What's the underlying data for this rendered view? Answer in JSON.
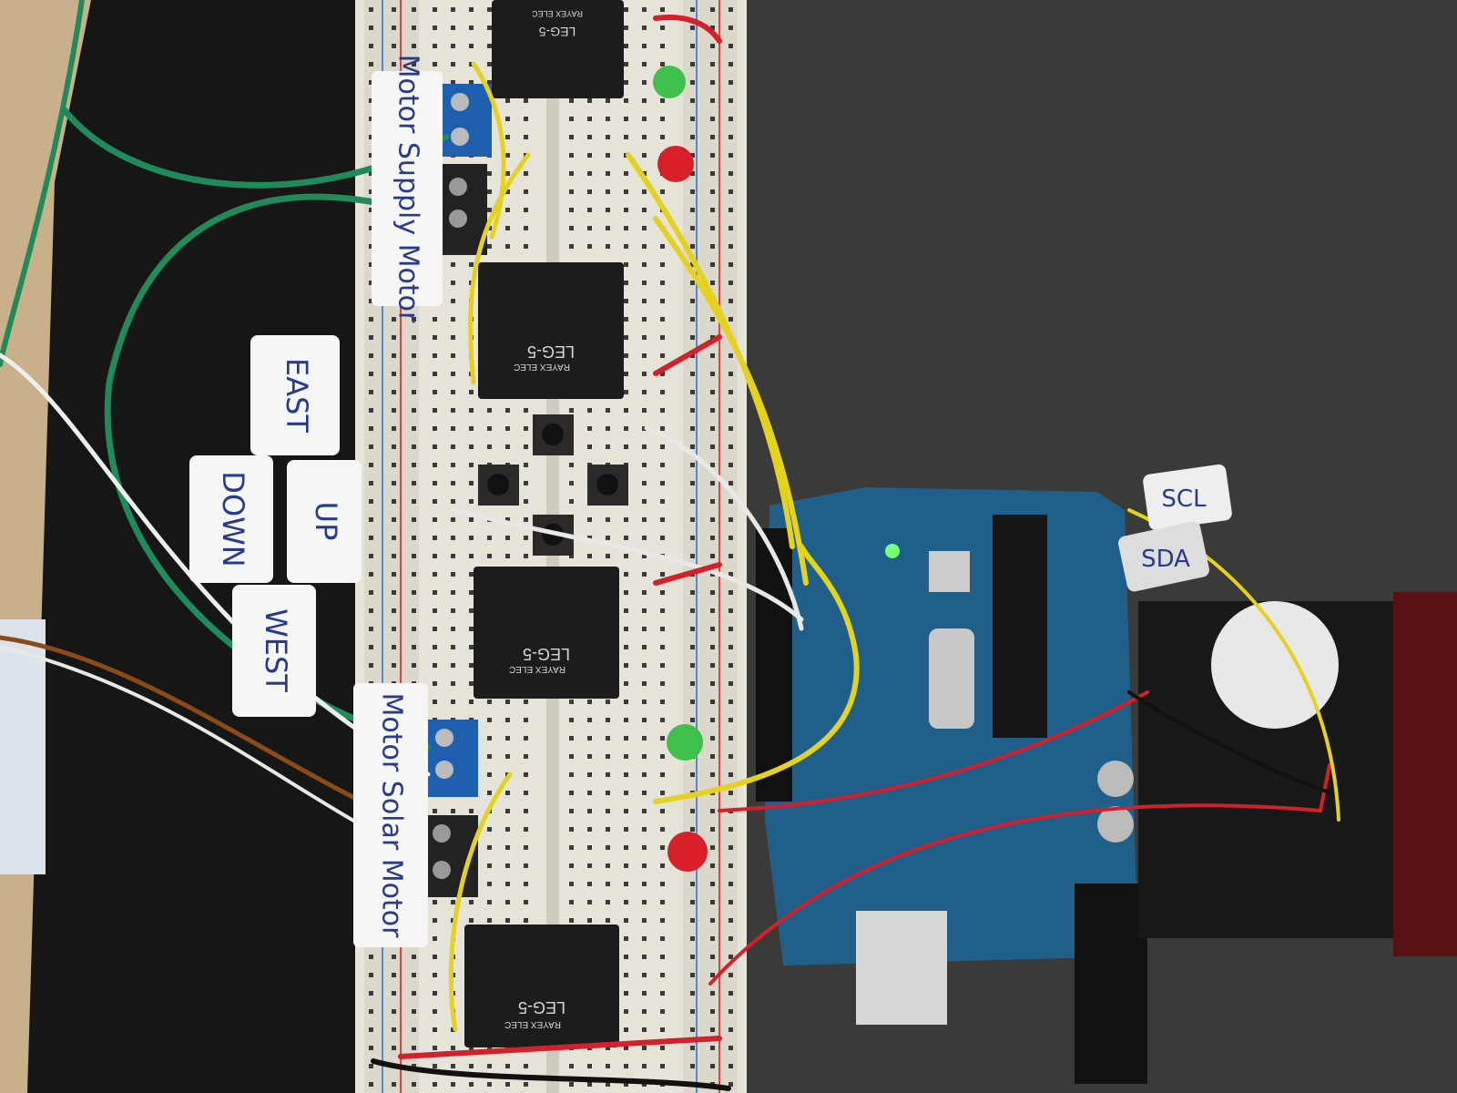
{
  "labels": {
    "east": "EAST",
    "down": "DOWN",
    "up": "UP",
    "west": "WEST",
    "supply_motor": "Motor Supply Motor",
    "solar_motor": "Motor Solar Motor",
    "scl": "SCL",
    "sda": "SDA"
  },
  "relays": [
    {
      "brand": "RAYEX ELEC",
      "model": "LEG-5"
    },
    {
      "brand": "RAYEX ELEC",
      "model": "LEG-5"
    },
    {
      "brand": "RAYEX ELEC",
      "model": "LEG-5"
    },
    {
      "brand": "RAYEX ELEC",
      "model": "LEG-5"
    }
  ],
  "colors": {
    "board_blue": "#1f5f8a",
    "breadboard": "#e6e3d8",
    "wire_yellow": "#e5d21e",
    "wire_red": "#d4202a",
    "wire_green": "#1f8a5a"
  }
}
